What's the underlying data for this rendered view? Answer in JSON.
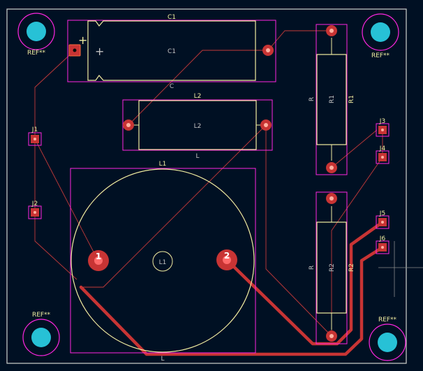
{
  "colors": {
    "background": "#001023",
    "edge_cuts": "#d0d2cd",
    "courtyard": "#ff26e2",
    "silkscreen": "#f2eda1",
    "pad": "#c83434",
    "pad_highlight": "#ff6a3d",
    "mounting_hole": "#27c1d6",
    "ratsnest": "#c43a3a",
    "track": "#c83434"
  },
  "labels": {
    "c1_top": "C1",
    "c1_center": "C1",
    "c1_value": "C",
    "l2_top": "L2",
    "l2_center": "L2",
    "l2_value": "L",
    "r1_value": "R",
    "r1_center": "R1",
    "r1_ref": "R1",
    "r2_value": "R",
    "r2_center": "R2",
    "r2_ref": "R2",
    "l1_top": "L1",
    "l1_center": "L1",
    "l1_value": "L",
    "l1_pad1": "1",
    "l1_pad2": "2",
    "j1": "J1",
    "j2": "J2",
    "j3": "J3",
    "j4": "J4",
    "j5": "J5",
    "j6": "J6",
    "ref_tl": "REF**",
    "ref_tr": "REF**",
    "ref_bl": "REF**",
    "ref_br": "REF**",
    "plus": "+"
  }
}
